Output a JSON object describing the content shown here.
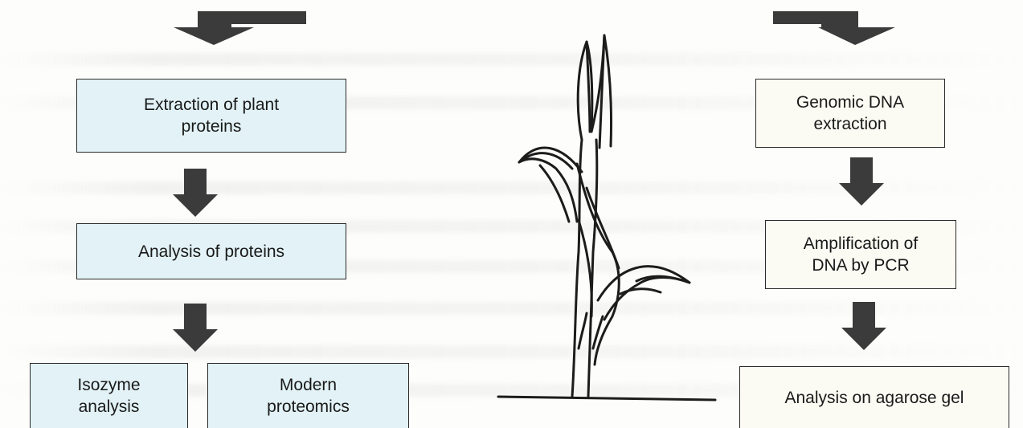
{
  "colors": {
    "protein_box_fill": "#e2f2f6",
    "dna_box_fill": "#fbfbf3",
    "arrow_fill": "#3b3b3b",
    "outline": "#2a2a2a"
  },
  "left_branch": {
    "extraction": "Extraction of plant\nproteins",
    "analysis": "Analysis of proteins",
    "isozyme": "Isozyme\nanalysis",
    "proteomics": "Modern\nproteomics"
  },
  "right_branch": {
    "extraction": "Genomic DNA\nextraction",
    "amplification": "Amplification of\nDNA by PCR",
    "gel": "Analysis on agarose gel"
  },
  "illustration": {
    "icon": "maize-plant-icon"
  },
  "arrows": {
    "icon": "down-arrow-icon"
  }
}
